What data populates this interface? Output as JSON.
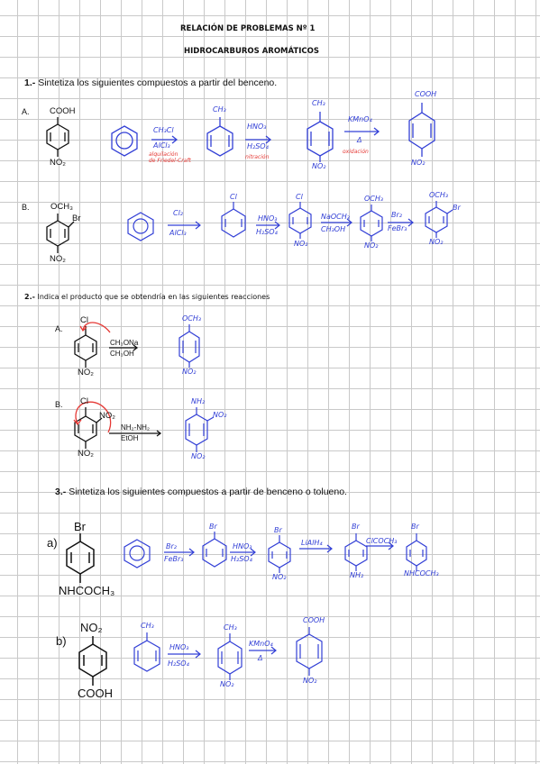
{
  "header": {
    "title_line1": "RELACIÓN DE PROBLEMAS Nº 1",
    "title_line2": "HIDROCARBUROS AROMÁTICOS"
  },
  "q1": {
    "number": "1.-",
    "text": "Sintetiza los siguientes compuestos a partir del benceno.",
    "a": {
      "label": "A.",
      "top_sub": "COOH",
      "bottom_sub": "NO₂",
      "hw": {
        "r1_top": "CH₃Cl",
        "r1_bottom": "AlCl₃",
        "r1_note1": "alquilación",
        "r1_note2": "de Friedel-Craft",
        "p1_sub": "CH₃",
        "r2_top": "HNO₃",
        "r2_bottom": "H₂SO₄",
        "r2_note": "nitración",
        "p2_top": "CH₃",
        "p2_bottom": "NO₂",
        "r3_top": "KMnO₄",
        "r3_bottom": "Δ",
        "r3_note": "oxidación",
        "p3_top": "COOH",
        "p3_bottom": "NO₂"
      }
    },
    "b": {
      "label": "B.",
      "top_sub": "OCH₃",
      "side_sub": "Br",
      "bottom_sub": "NO₂",
      "hw": {
        "r1_top": "Cl₂",
        "r1_bottom": "AlCl₃",
        "p1_sub": "Cl",
        "r2_top": "HNO₃",
        "r2_bottom": "H₂SO₄",
        "p2_top": "Cl",
        "p2_bottom": "NO₂",
        "r3_top": "NaOCH₃",
        "r3_bottom": "CH₃OH",
        "p3_top": "OCH₃",
        "p3_bottom": "NO₂",
        "r4_top": "Br₂",
        "r4_bottom": "FeBr₃",
        "p4_top": "OCH₃",
        "p4_side": "Br",
        "p4_bottom": "NO₂"
      }
    }
  },
  "q2": {
    "number": "2.-",
    "text": "Indica el producto que se obtendría en las siguientes reacciones",
    "a": {
      "label": "A.",
      "top_sub": "Cl",
      "bottom_sub": "NO₂",
      "reagent_top": "CH₃ONa",
      "reagent_bottom": "CH₃OH",
      "hw_top": "OCH₃",
      "hw_bottom": "NO₂"
    },
    "b": {
      "label": "B.",
      "top_sub": "Cl",
      "side_sub": "NO₂",
      "bottom_sub": "NO₂",
      "reagent_top": "NH₂-NH₂",
      "reagent_bottom": "EtOH",
      "hw_top": "NH₂",
      "hw_side": "NO₂",
      "hw_bottom": "NO₂"
    }
  },
  "q3": {
    "number": "3.-",
    "text": "Sintetiza los siguientes compuestos a partir de benceno o tolueno.",
    "a": {
      "label": "a)",
      "top_sub": "Br",
      "bottom_sub": "NHCOCH₃",
      "hw": {
        "r1_top": "Br₂",
        "r1_bottom": "FeBr₃",
        "p1_sub": "Br",
        "r2_top": "HNO₃",
        "r2_bottom": "H₂SO₄",
        "p2_top": "Br",
        "p2_bottom": "NO₂",
        "r3_top": "LiAlH₄",
        "p3_top": "Br",
        "p3_bottom": "NH₂",
        "r4_top": "ClCOCH₃",
        "p4_top": "Br",
        "p4_bottom": "NHCOCH₃"
      }
    },
    "b": {
      "label": "b)",
      "top_sub": "NO₂",
      "bottom_sub": "COOH",
      "hw": {
        "sm_sub": "CH₃",
        "r1_top": "HNO₃",
        "r1_bottom": "H₂SO₄",
        "p1_top": "CH₃",
        "p1_bottom": "NO₂",
        "r2_top": "KMnO₄",
        "r2_bottom": "Δ",
        "p2_top": "COOH",
        "p2_bottom": "NO₂"
      }
    }
  },
  "colors": {
    "ink": "#111111",
    "handwriting": "#3340d6",
    "annotation": "#e53935",
    "grid": "#c9c9c9"
  }
}
